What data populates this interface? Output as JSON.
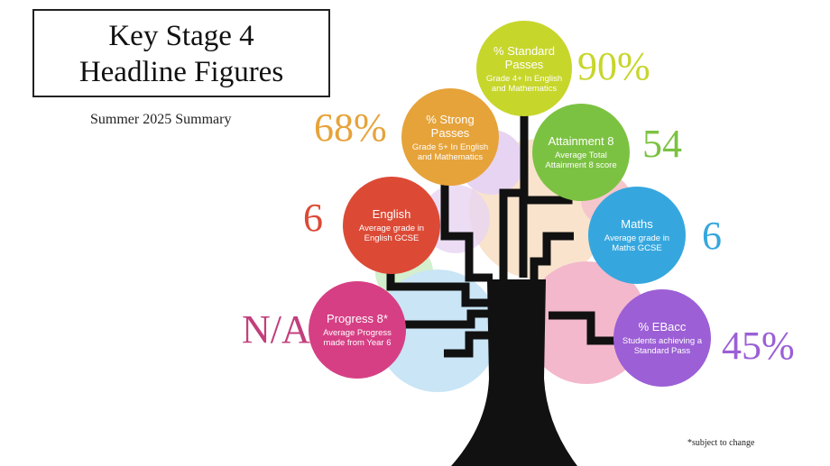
{
  "title_line1": "Key Stage 4",
  "title_line2": "Headline Figures",
  "subtitle": "Summer 2025 Summary",
  "footnote": "*subject to change",
  "measures": [
    {
      "id": "standard",
      "title": "% Standard Passes",
      "desc": "Grade 4+ In English and Mathematics",
      "value": "90%",
      "color": "#c7d62b",
      "value_color": "#c7d62b"
    },
    {
      "id": "strong",
      "title": "% Strong Passes",
      "desc": "Grade 5+ In English and Mathematics",
      "value": "68%",
      "color": "#e6a33a",
      "value_color": "#e6a33a"
    },
    {
      "id": "attainment",
      "title": "Attainment 8",
      "desc": "Average Total Attainment 8 score",
      "value": "54",
      "color": "#7cc242",
      "value_color": "#7cc242"
    },
    {
      "id": "english",
      "title": "English",
      "desc": "Average grade in English GCSE",
      "value": "6",
      "color": "#dc4a36",
      "value_color": "#dc4a36"
    },
    {
      "id": "maths",
      "title": "Maths",
      "desc": "Average grade in Maths GCSE",
      "value": "6",
      "color": "#36a7de",
      "value_color": "#36a7de"
    },
    {
      "id": "progress",
      "title": "Progress 8*",
      "desc": "Average Progress made from Year 6",
      "value": "N/A",
      "color": "#d63f84",
      "value_color": "#c23f7c"
    },
    {
      "id": "ebacc",
      "title": "% EBacc",
      "desc": "Students achieving a Standard Pass",
      "value": "45%",
      "color": "#9c5fd6",
      "value_color": "#9c5fd6"
    }
  ]
}
